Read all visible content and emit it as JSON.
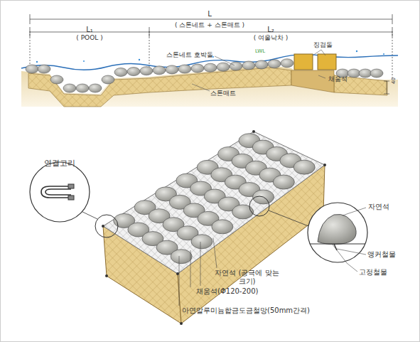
{
  "diagram": {
    "labels": [
      "L",
      "( 스톤네트 + 스톤매트 )",
      "L₁",
      "( POOL )",
      "L₂",
      "( 여울낙차 )",
      "스톤네트 호박돌",
      "징검돌",
      "LWL",
      "스톤매트",
      "채움석",
      "40",
      "연결고리",
      "자연석",
      "앵커철물",
      "고정철물",
      "자연석 (공극에 맞는 크기)",
      "채움석(Φ120-200)",
      "아연알루미늄합금도금철망(50mm간격)"
    ]
  }
}
